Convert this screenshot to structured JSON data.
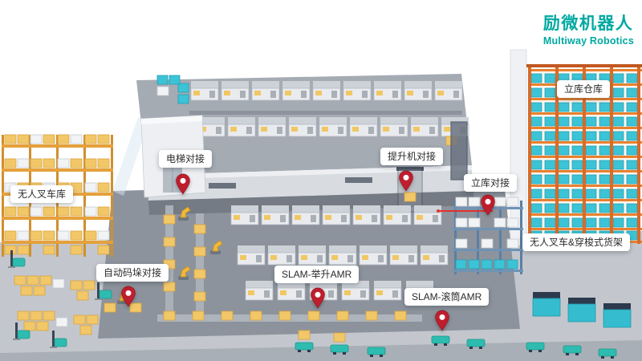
{
  "brand": {
    "logo_cn": "励微机器人",
    "logo_en": "Multiway Robotics",
    "accent_color": "#00A9A2"
  },
  "scene": {
    "pin_color": "#BE1E2D",
    "labels": [
      {
        "text": "立库仓库",
        "pin": false
      },
      {
        "text": "电梯对接",
        "pin": true
      },
      {
        "text": "提升机对接",
        "pin": true
      },
      {
        "text": "立库对接",
        "pin": true
      },
      {
        "text": "无人叉车库",
        "pin": false
      },
      {
        "text": "自动码垛对接",
        "pin": true
      },
      {
        "text": "SLAM-举升AMR",
        "pin": true
      },
      {
        "text": "SLAM-滚筒AMR",
        "pin": true
      },
      {
        "text": "无人叉车&穿梭式货架",
        "pin": false
      }
    ],
    "palette": {
      "floor": "#C3C7CD",
      "factory_floor": "#8D939C",
      "platform": "#A5ABB3",
      "machine": "#E9EBEE",
      "yellow_box": "#F2C768",
      "orange_rack": "#E8812F",
      "cyan_tote": "#3CC3D6",
      "teal_agv": "#2FBCB0"
    }
  }
}
